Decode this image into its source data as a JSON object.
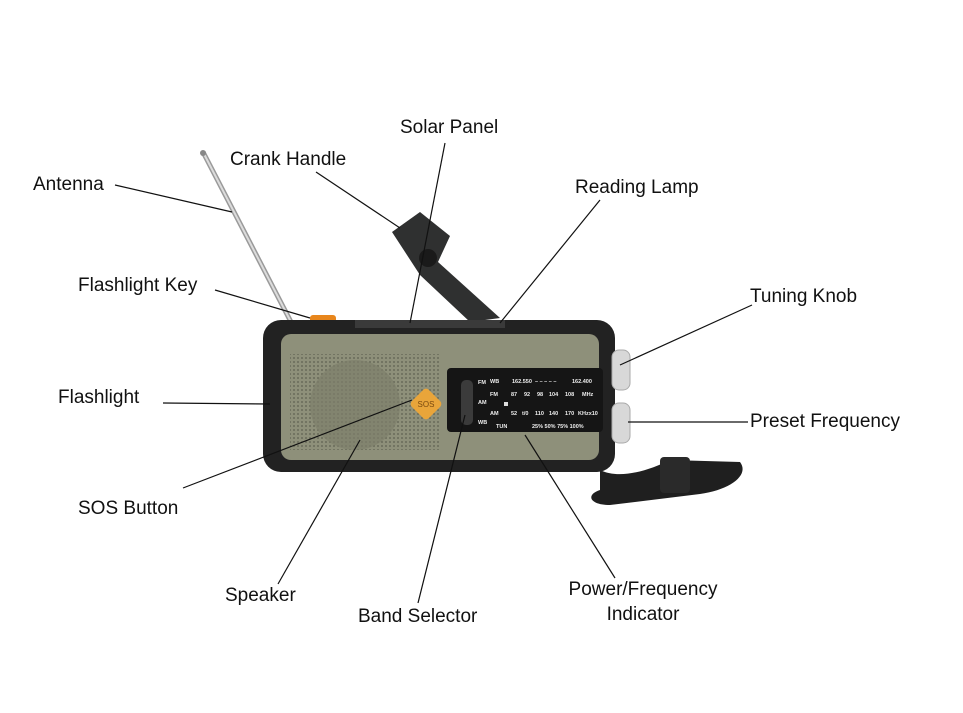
{
  "labels": {
    "solar_panel": "Solar Panel",
    "crank_handle": "Crank Handle",
    "antenna": "Antenna",
    "reading_lamp": "Reading Lamp",
    "flashlight_key": "Flashlight Key",
    "tuning_knob": "Tuning Knob",
    "flashlight": "Flashlight",
    "preset_frequency": "Preset Frequency",
    "sos_button": "SOS Button",
    "speaker": "Speaker",
    "band_selector": "Band Selector",
    "power_frequency_line1": "Power/Frequency",
    "power_frequency_line2": "Indicator"
  },
  "device": {
    "sos_text": "SOS",
    "display": {
      "band_fm": "FM",
      "band_am": "AM",
      "band_wb": "WB",
      "wb_row": [
        "WB",
        "162.550",
        "– – – – –",
        "162.400"
      ],
      "fm_row": [
        "FM",
        "87",
        "92",
        "98",
        "104",
        "108",
        "MHz"
      ],
      "am_row": [
        "AM",
        "52",
        "t/0",
        "110",
        "140",
        "170",
        "KHzx10"
      ],
      "tun": "TUN",
      "battery": "25% 50% 75% 100%"
    }
  }
}
